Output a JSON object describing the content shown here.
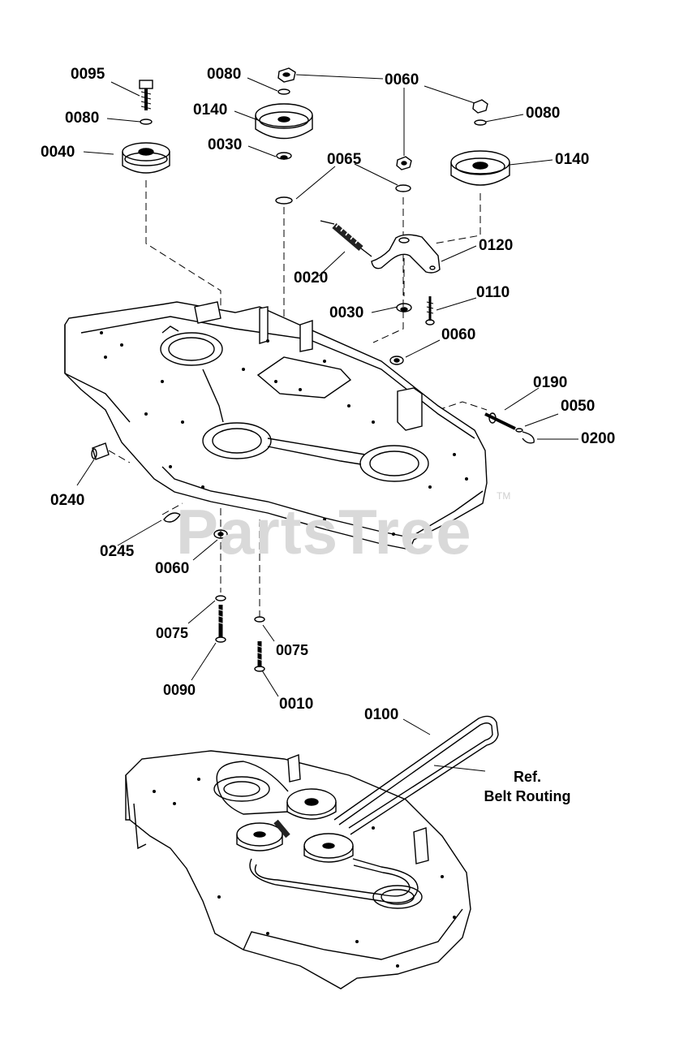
{
  "watermark": {
    "text": "PartsTree",
    "trademark": "TM"
  },
  "reference": {
    "line1": "Ref.",
    "line2": "Belt Routing"
  },
  "callouts": {
    "c0095": "0095",
    "c0080_a": "0080",
    "c0040": "0040",
    "c0080_b": "0080",
    "c0140_a": "0140",
    "c0030_a": "0030",
    "c0060_top": "0060",
    "c0080_c": "0080",
    "c0140_b": "0140",
    "c0065": "0065",
    "c0120": "0120",
    "c0020": "0020",
    "c0030_b": "0030",
    "c0110": "0110",
    "c0060_mid": "0060",
    "c0190": "0190",
    "c0050": "0050",
    "c0200": "0200",
    "c0240": "0240",
    "c0245": "0245",
    "c0060_low": "0060",
    "c0075_a": "0075",
    "c0075_b": "0075",
    "c0090": "0090",
    "c0010": "0010",
    "c0100": "0100"
  }
}
